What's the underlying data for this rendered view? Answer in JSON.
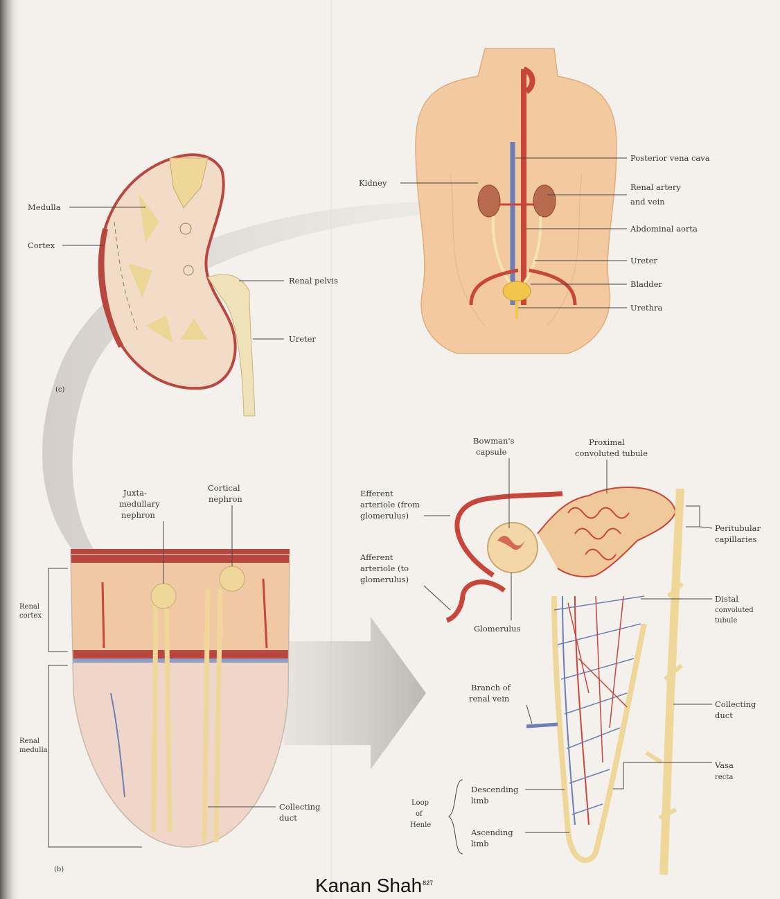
{
  "figures": {
    "kidney_section": {
      "panel_letter": "(c)",
      "labels": {
        "medulla": "Medulla",
        "cortex": "Cortex",
        "renal_pelvis": "Renal pelvis",
        "ureter": "Ureter"
      }
    },
    "torso": {
      "labels": {
        "kidney": "Kidney",
        "posterior_vena_cava": "Posterior vena cava",
        "renal_artery_vein_1": "Renal artery",
        "renal_artery_vein_2": "and vein",
        "abdominal_aorta": "Abdominal aorta",
        "ureter": "Ureter",
        "bladder": "Bladder",
        "urethra": "Urethra"
      }
    },
    "nephron_wedge": {
      "panel_letter": "(b)",
      "labels": {
        "juxtamedullary_1": "Juxta-",
        "juxtamedullary_2": "medullary",
        "juxtamedullary_3": "nephron",
        "cortical_1": "Cortical",
        "cortical_2": "nephron",
        "collecting_duct_1": "Collecting",
        "collecting_duct_2": "duct",
        "renal_cortex_1": "Renal",
        "renal_cortex_2": "cortex",
        "renal_medulla_1": "Renal",
        "renal_medulla_2": "medulla"
      }
    },
    "nephron_detail": {
      "labels": {
        "bowmans_capsule_1": "Bowman's",
        "bowmans_capsule_2": "capsule",
        "proximal_tubule_1": "Proximal",
        "proximal_tubule_2": "convoluted tubule",
        "efferent_1": "Efferent",
        "efferent_2": "arteriole (from",
        "efferent_3": "glomerulus)",
        "afferent_1": "Afferent",
        "afferent_2": "arteriole (to",
        "afferent_3": "glomerulus)",
        "peritubular_1": "Peritubular",
        "peritubular_2": "capillaries",
        "glomerulus": "Glomerulus",
        "distal_tubule_1": "Distal",
        "distal_tubule_2": "convoluted",
        "distal_tubule_3": "tubule",
        "branch_renal_vein_1": "Branch of",
        "branch_renal_vein_2": "renal vein",
        "collecting_duct_1": "Collecting",
        "collecting_duct_2": "duct",
        "vasa_recta_1": "Vasa",
        "vasa_recta_2": "recta",
        "loop_1": "Loop",
        "loop_2": "of",
        "loop_3": "Henle",
        "descending_1": "Descending",
        "descending_2": "limb",
        "ascending_1": "Ascending",
        "ascending_2": "limb"
      }
    }
  },
  "credit": {
    "text": "Kanan Shah",
    "page_number": "827"
  },
  "colors": {
    "paper": "#f4f1ec",
    "skin": "#f3c9a0",
    "artery": "#c8453a",
    "vein": "#6a7fb8",
    "tubule": "#efd79a",
    "cortex_band": "#b9473f",
    "medulla_tissue": "#efd6c8"
  }
}
